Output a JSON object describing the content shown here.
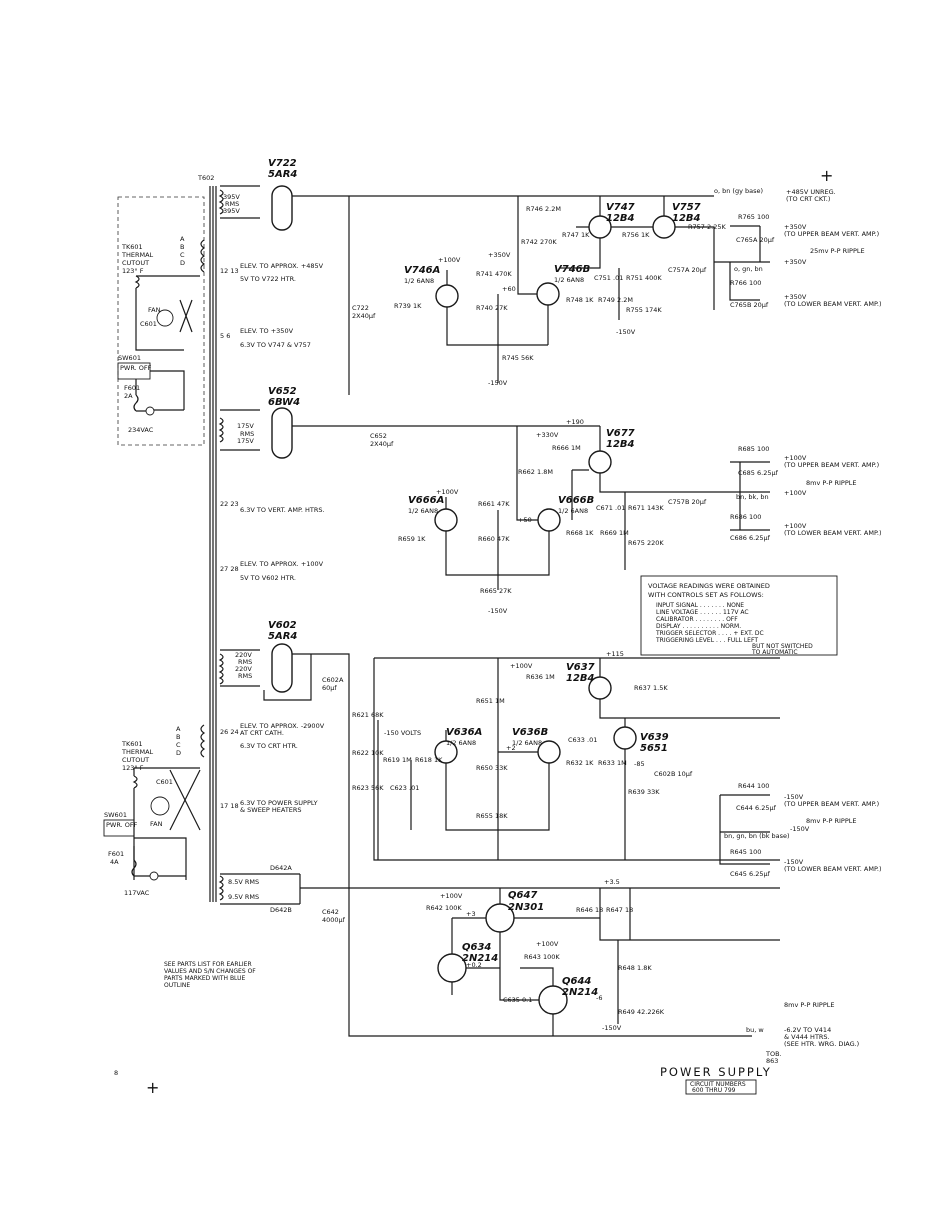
{
  "transformer": {
    "ref": "T602"
  },
  "page_number": "8",
  "registration_marks": [
    "+",
    "+"
  ],
  "title": {
    "main": "POWER SUPPLY",
    "box_line1": "CIRCUIT NUMBERS",
    "box_line2": "600 THRU 799",
    "tag_line1": "TOB.",
    "tag_line2": "863"
  },
  "parts_note": [
    "SEE PARTS LIST FOR EARLIER",
    "VALUES AND S/N CHANGES OF",
    "PARTS MARKED WITH BLUE",
    "OUTLINE"
  ],
  "voltage_box": {
    "heading1": "VOLTAGE READINGS WERE OBTAINED",
    "heading2": "WITH CONTROLS SET AS FOLLOWS:",
    "rows": [
      "INPUT SIGNAL . . . . . . . NONE",
      "LINE VOLTAGE . . . . . . 117V AC",
      "CALIBRATOR . . . . . . . . OFF",
      "DISPLAY . . . . . . . . . . NORM.",
      "TRIGGER SELECTOR . . . . + EXT. DC",
      "TRIGGERING LEVEL . . . FULL LEFT",
      "BUT NOT SWITCHED",
      "TO AUTOMATIC"
    ]
  },
  "primary_234": {
    "thermal": [
      "TK601",
      "THERMAL",
      "CUTOUT",
      "123° F"
    ],
    "fan": "FAN",
    "cap": "C601",
    "switch": "SW601",
    "switch_lbl": "PWR. OFF",
    "fuse": "F601",
    "fuse_val": "2A",
    "source": "234VAC"
  },
  "primary_117": {
    "thermal": [
      "TK601",
      "THERMAL",
      "CUTOUT",
      "123° F"
    ],
    "fan": "FAN",
    "cap": "C601",
    "switch": "SW601",
    "switch_lbl": "PWR. OFF",
    "fuse": "F601",
    "fuse_val": "4A",
    "source": "117VAC"
  },
  "windings": [
    {
      "pins": "12 13",
      "text1": "ELEV. TO APPROX. +485V",
      "text2": "5V TO V722 HTR."
    },
    {
      "pins": "5 6",
      "text1": "ELEV. TO +350V",
      "text2": "6.3V TO V747 & V757"
    },
    {
      "pins": "22 23",
      "text1": "6.3V TO VERT. AMP. HTRS.",
      "text2": ""
    },
    {
      "pins": "27 28",
      "text1": "ELEV. TO APPROX. +100V",
      "text2": "5V TO V602 HTR."
    },
    {
      "pins": "26 24",
      "text1": "ELEV. TO APPROX. -2900V",
      "text2": "AT CRT CATH."
    },
    {
      "pins": "",
      "text1": "6.3V TO CRT HTR.",
      "text2": ""
    },
    {
      "pins": "17 18",
      "text1": "6.3V TO POWER SUPPLY",
      "text2": "& SWEEP HEATERS"
    }
  ],
  "sec_485": {
    "v1": "395V",
    "v2": "RMS",
    "v3": "395V"
  },
  "sec_350": {
    "v1": "175V",
    "v2": "RMS",
    "v3": "175V"
  },
  "sec_100": {
    "v1": "220V",
    "v2": "RMS",
    "v3": "220V",
    "v4": "RMS"
  },
  "sec_lv": {
    "v1": "8.5V RMS",
    "v2": "9.5V RMS",
    "d1": "D642A",
    "d2": "D642B"
  },
  "rect_tubes": [
    {
      "ref": "V722",
      "type": "5AR4"
    },
    {
      "ref": "V652",
      "type": "6BW4"
    },
    {
      "ref": "V602",
      "type": "5AR4"
    }
  ],
  "filter_caps": [
    {
      "ref": "C722",
      "val": "2X40µf"
    },
    {
      "ref": "C652",
      "val": "2X40µf"
    },
    {
      "ref": "C602A",
      "val": "60µf"
    },
    {
      "ref": "C642",
      "val": "4000µf"
    }
  ],
  "reg_485": {
    "tubes": [
      {
        "ref": "V746A",
        "type": "1/2 6AN8"
      },
      {
        "ref": "V746B",
        "type": "1/2 6AN8"
      },
      {
        "ref": "V747",
        "type": "12B4"
      },
      {
        "ref": "V757",
        "type": "12B4"
      }
    ],
    "parts": [
      "R746 2.2M",
      "R742 270K",
      "R741 470K",
      "R740 27K",
      "R739 1K",
      "R745 56K",
      "R747 1K",
      "R756 1K",
      "R757 2.25K",
      "R748 1K",
      "R749 2.2M",
      "R751 400K",
      "R755 174K",
      "C751 .01",
      "C757A 20µf",
      "R765 100",
      "C765A 20µf",
      "R766 100",
      "C765B 20µf"
    ],
    "volts": [
      "+100V",
      "+350V",
      "+60",
      "-150V",
      "-150V"
    ],
    "out_main": "o, bn (gy base)",
    "out_main_v": "+485V UNREG.",
    "out_main_note": "(TO CRT CKT.)",
    "out_upper": "+350V",
    "out_upper_note": "(TO UPPER BEAM VERT. AMP.)",
    "ripple": "25mv P-P RIPPLE",
    "mid_v": "+350V",
    "mid_lbl": "o, gn, bn",
    "out_lower": "+350V",
    "out_lower_note": "(TO LOWER BEAM VERT. AMP.)"
  },
  "reg_100": {
    "tubes": [
      {
        "ref": "V666A",
        "type": "1/2 6AN8"
      },
      {
        "ref": "V666B",
        "type": "1/2 6AN8"
      },
      {
        "ref": "V677",
        "type": "12B4"
      }
    ],
    "parts": [
      "R666 1M",
      "R662 1.8M",
      "R661 47K",
      "R660 47K",
      "R659 1K",
      "R665 27K",
      "R668 1K",
      "R669 1M",
      "R671 143K",
      "R675 220K",
      "C671 .01",
      "C757B 20µf",
      "R685 100",
      "C685 6.25µf",
      "R686 100",
      "C686 6.25µf"
    ],
    "volts": [
      "+190",
      "+330V",
      "+100V",
      "+50",
      "-150V"
    ],
    "out_upper": "+100V",
    "out_upper_note": "(TO UPPER BEAM VERT. AMP.)",
    "ripple": "8mv P-P RIPPLE",
    "mid_lbl": "bn, bk, bn",
    "mid_v": "+100V",
    "out_lower": "+100V",
    "out_lower_note": "(TO LOWER BEAM VERT. AMP.)"
  },
  "reg_neg150": {
    "tubes": [
      {
        "ref": "V636A",
        "type": "1/2 6AN8"
      },
      {
        "ref": "V636B",
        "type": "1/2 6AN8"
      },
      {
        "ref": "V637",
        "type": "12B4"
      },
      {
        "ref": "V639",
        "type": "5651"
      }
    ],
    "parts": [
      "R621 68K",
      "R622 10K",
      "R623 56K",
      "R619 1M",
      "R618 1K",
      "C623 .01",
      "R651 1M",
      "R650 33K",
      "R636 1M",
      "R655 18K",
      "R632 1K",
      "R633 1M",
      "R637 1.5K",
      "C633 .01",
      "R639 33K",
      "C602B 10µf",
      "R644 100",
      "C644 6.25µf",
      "R645 100",
      "C645 6.25µf"
    ],
    "volts": [
      "+100V",
      "+115",
      "-150 VOLTS",
      "+2",
      "-85"
    ],
    "out_upper": "-150V",
    "out_upper_note": "(TO UPPER BEAM VERT. AMP.)",
    "ripple": "8mv P-P RIPPLE",
    "mid_lbl": "bn, gn, bn (bk base)",
    "mid_v": "-150V",
    "out_lower": "-150V",
    "out_lower_note": "(TO LOWER BEAM VERT. AMP.)"
  },
  "reg_lv": {
    "transistors": [
      {
        "ref": "Q647",
        "type": "2N301"
      },
      {
        "ref": "Q634",
        "type": "2N214"
      },
      {
        "ref": "Q644",
        "type": "2N214"
      }
    ],
    "parts": [
      "R642 100K",
      "R646 18",
      "R647 18",
      "R643 100K",
      "R648 1.8K",
      "C635 0.1",
      "R649 42.226K"
    ],
    "volts": [
      "+100V",
      "+3",
      "+3.5",
      "+100V",
      "+0.2",
      "-6",
      "-150V"
    ],
    "ripple": "8mv P-P RIPPLE",
    "out_lbl": "bu, w",
    "out_v": "-6.2V TO V414",
    "out_note1": "& V444 HTRS.",
    "out_note2": "(SEE HTR. WRG. DIAG.)"
  }
}
